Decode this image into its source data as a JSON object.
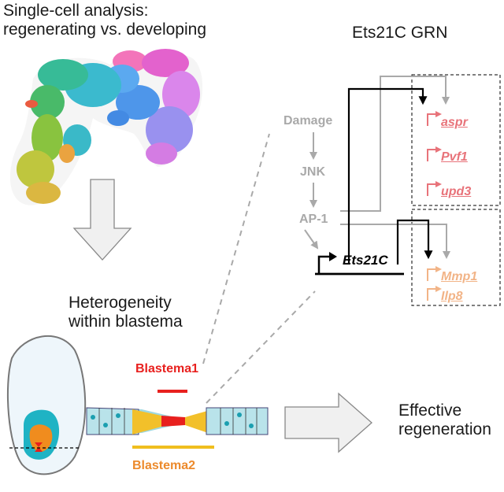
{
  "title_left": [
    "Single-cell analysis:",
    "regenerating vs. developing"
  ],
  "title_right": "Ets21C GRN",
  "heterogeneity": [
    "Heterogeneity",
    "within blastema"
  ],
  "outcome": [
    "Effective",
    "regeneration"
  ],
  "blastema_labels": {
    "b1": "Blastema1",
    "b2": "Blastema2"
  },
  "pathway": {
    "damage": "Damage",
    "jnk": "JNK",
    "ap1": "AP-1"
  },
  "central_gene": "Ets21C",
  "targets_group1": [
    "aspr",
    "Pvf1",
    "upd3"
  ],
  "targets_group2": [
    "Mmp1",
    "Ilp8"
  ],
  "colors": {
    "gray": "#a9a9a9",
    "group1_gene": "#e8737a",
    "group2_gene": "#f2b487",
    "blastema1": "#e8201e",
    "blastema2": "#f0be1e",
    "blastema2_text": "#ec8a2c",
    "teal": "#1fb3c4",
    "orange": "#f08c1e"
  }
}
